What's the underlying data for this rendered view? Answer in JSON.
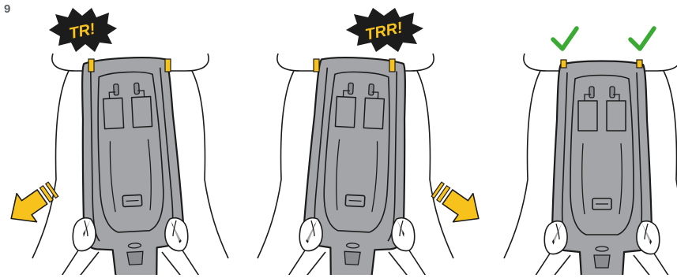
{
  "step_number": "9",
  "colors": {
    "seat_fill": "#a3a5a8",
    "seat_dark": "#8a8c8f",
    "outline": "#1c1c1c",
    "connector": "#f7c21c",
    "arrow": "#f7c21c",
    "burst_fill": "#1c1c1c",
    "burst_text": "#f7c21c",
    "check": "#3aaa35"
  },
  "panels": [
    {
      "id": "push-left",
      "sound": "TR!",
      "arrow": "arrow-left-icon"
    },
    {
      "id": "push-right",
      "sound": "TRR!",
      "arrow": "arrow-right-icon"
    },
    {
      "id": "attached",
      "checks": [
        "check-icon",
        "check-icon"
      ]
    }
  ]
}
